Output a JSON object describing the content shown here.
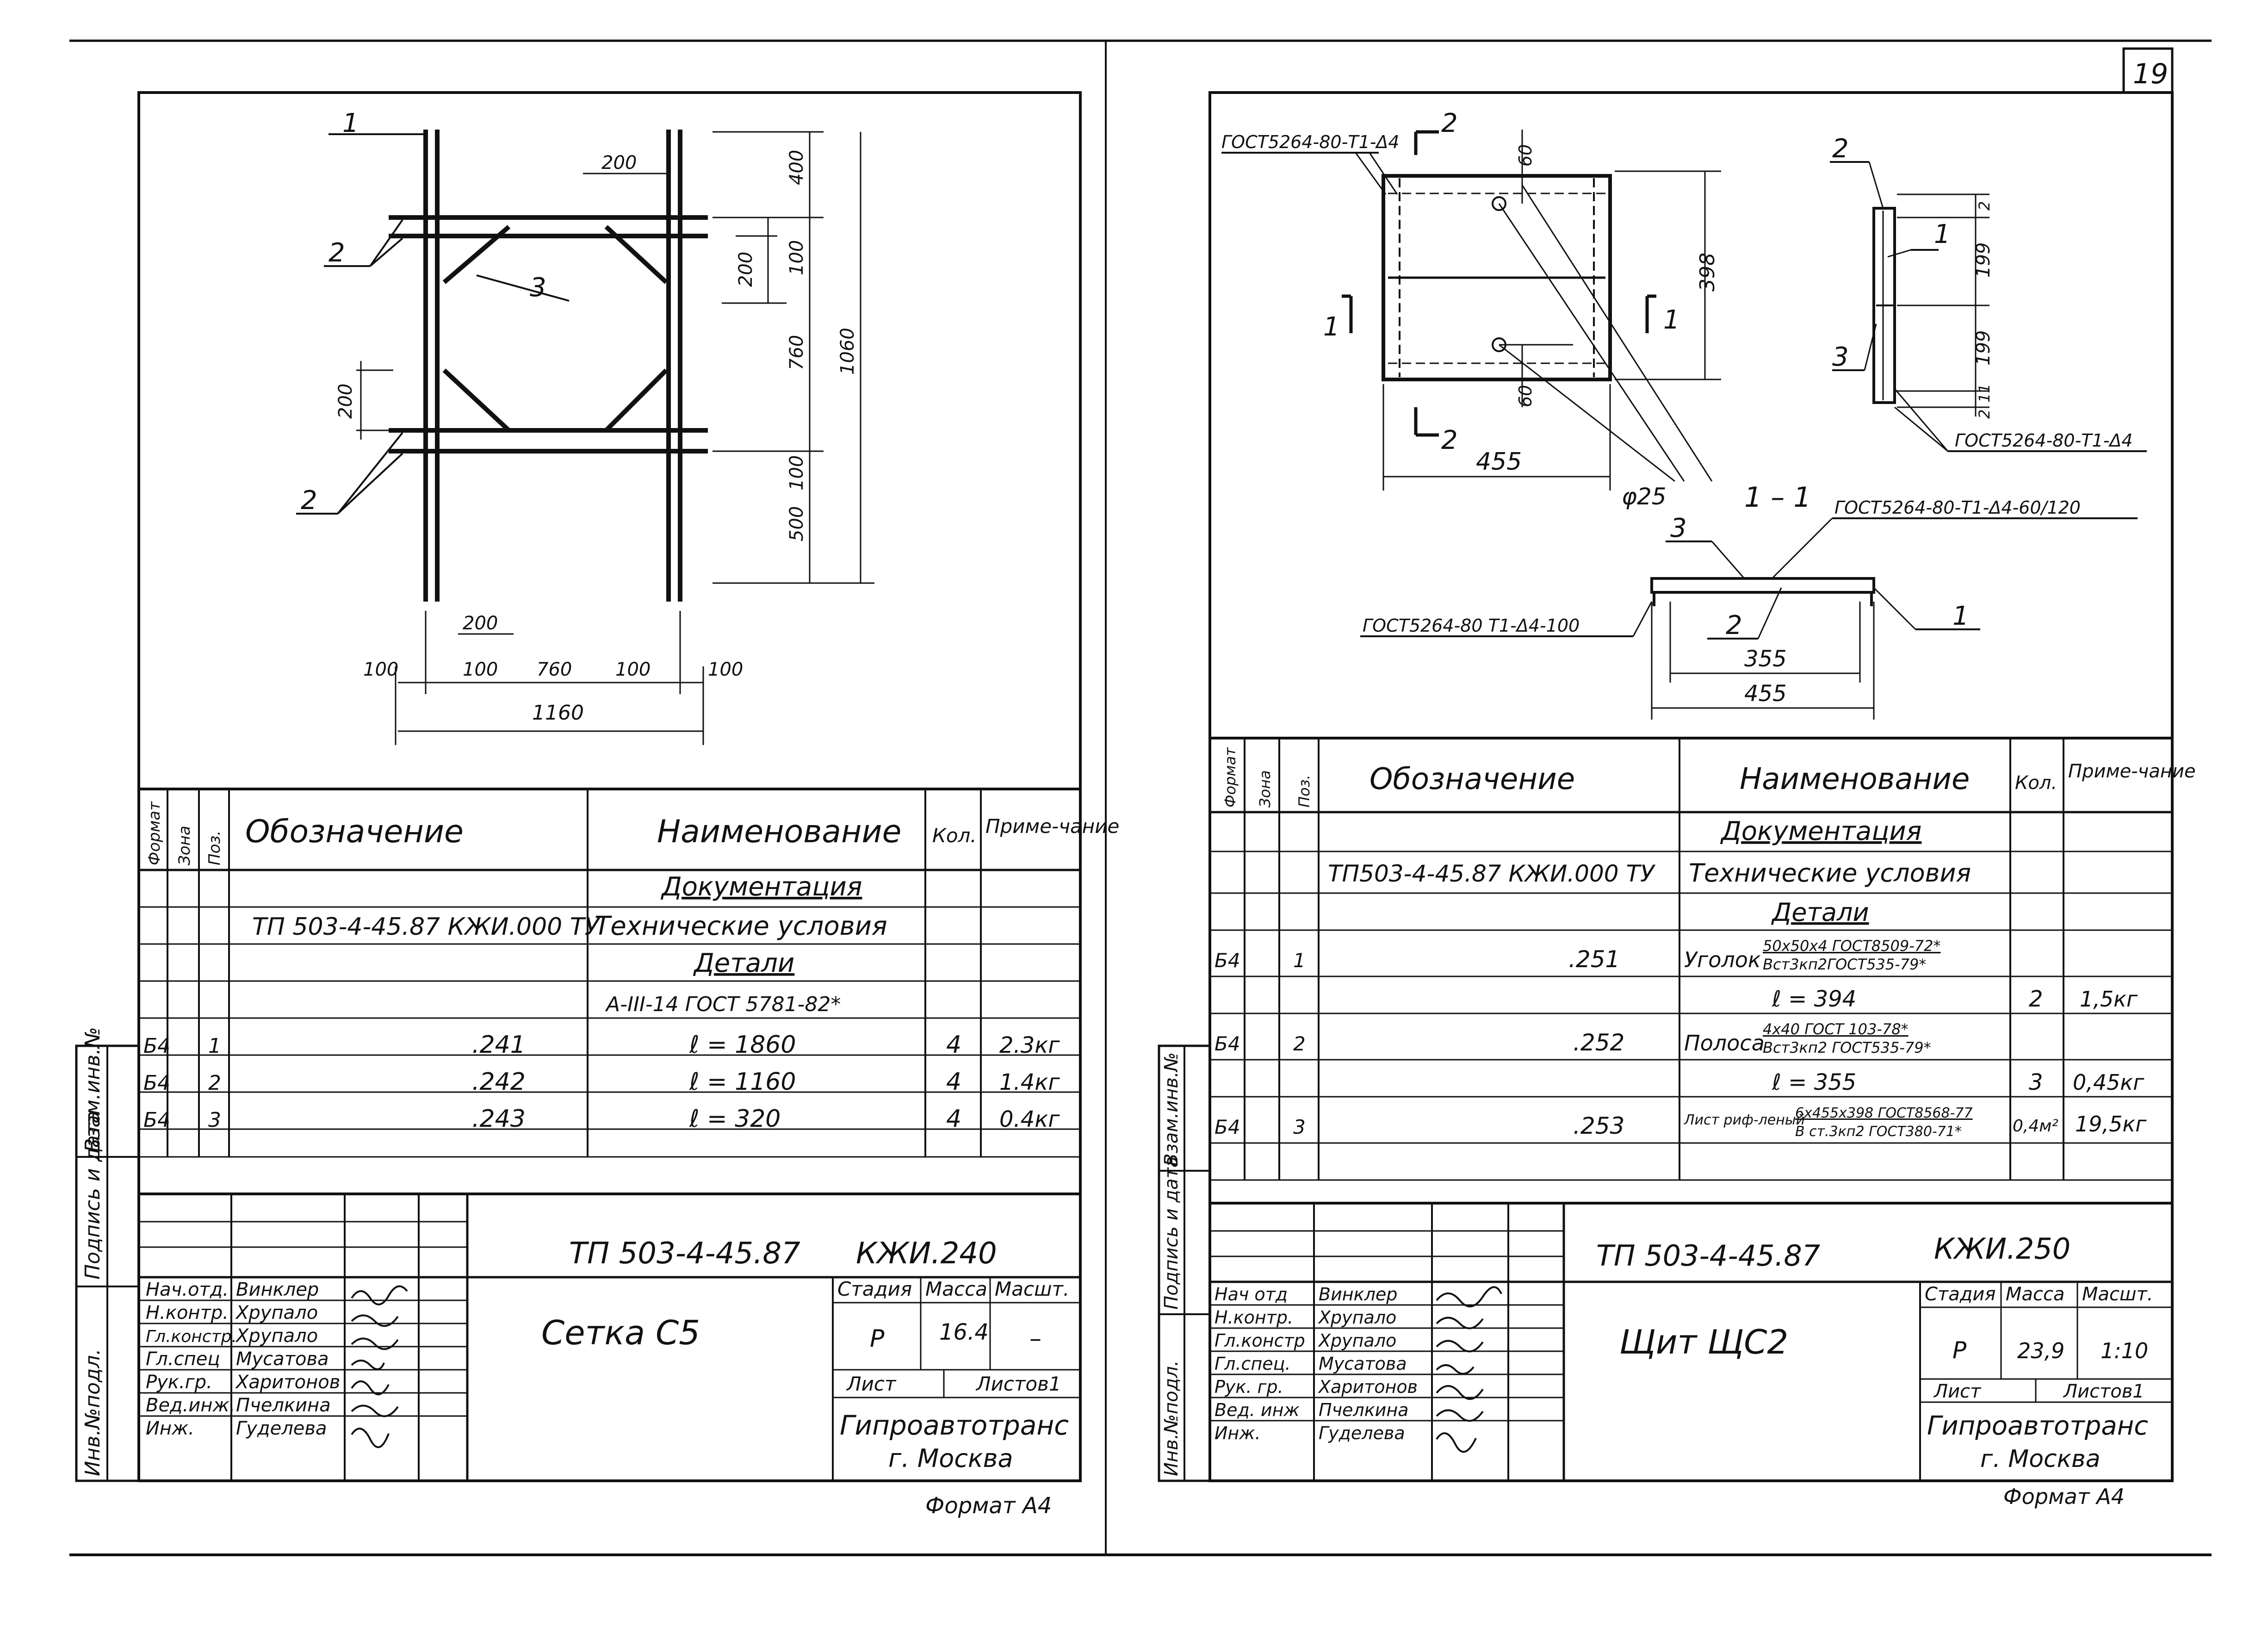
{
  "page_number": "19",
  "left": {
    "drawing": {
      "pos_1": "1",
      "pos_2a": "2",
      "pos_3": "3",
      "pos_2b": "2",
      "dim_200_top": "200",
      "dim_400": "400",
      "dim_200_mid": "200",
      "dim_100_a": "100",
      "dim_760_v": "760",
      "dim_1060": "1060",
      "dim_200_left": "200",
      "dim_100_b": "100",
      "dim_500": "500",
      "dim_200_bot": "200",
      "dim_100_l": "100",
      "dim_100_m": "100",
      "dim_760_h": "760",
      "dim_100_n": "100",
      "dim_100_r": "100",
      "dim_1160": "1160"
    },
    "spec": {
      "headers": {
        "format": "Формат",
        "zone": "Зона",
        "pos": "Поз.",
        "designation": "Обозначение",
        "name": "Наименование",
        "qty": "Кол.",
        "note": "Приме-чание"
      },
      "sec_docs": "Документация",
      "doc_designation": "ТП 503-4-45.87 КЖИ.000 ТУ",
      "doc_name": "Технические условия",
      "sec_parts": "Детали",
      "material": "A-III-14 ГОСТ 5781-82*",
      "rows": [
        {
          "format": "Б4",
          "pos": "1",
          "designation": ".241",
          "name": "ℓ = 1860",
          "qty": "4",
          "note": "2.3кг"
        },
        {
          "format": "Б4",
          "pos": "2",
          "designation": ".242",
          "name": "ℓ = 1160",
          "qty": "4",
          "note": "1.4кг"
        },
        {
          "format": "Б4",
          "pos": "3",
          "designation": ".243",
          "name": "ℓ = 320",
          "qty": "4",
          "note": "0.4кг"
        }
      ]
    },
    "title_block": {
      "project": "ТП 503-4-45.87",
      "code": "КЖИ.240",
      "title": "Сетка С5",
      "stage_label": "Стадия",
      "mass_label": "Масса",
      "scale_label": "Масшт.",
      "stage": "Р",
      "mass": "16.4",
      "scale": "–",
      "sheet_label": "Лист",
      "sheets_label": "Листов1",
      "org": "Гипроавтотранс",
      "city": "г. Москва",
      "roles": [
        {
          "role": "Нач.отд.",
          "name": "Винклер"
        },
        {
          "role": "Н.контр.",
          "name": "Хрупало"
        },
        {
          "role": "Гл.констр.",
          "name": "Хрупало"
        },
        {
          "role": "Гл.спец",
          "name": "Мусатова"
        },
        {
          "role": "Рук.гр.",
          "name": "Харитонов"
        },
        {
          "role": "Вед.инж.",
          "name": "Пчелкина"
        },
        {
          "role": "Инж.",
          "name": "Гуделева"
        }
      ],
      "format": "Формат А4"
    },
    "margin": {
      "inv_orig": "Инв.№подл.",
      "sign_date": "Подпись и дата",
      "replace_inv": "Взам.инв.№"
    }
  },
  "right": {
    "drawing": {
      "gost_tl": "ГОСТ5264-80-Т1-Δ4",
      "sec_2_top": "2",
      "dim_60_top": "60",
      "dim_398": "398",
      "sec_1_left": "1",
      "sec_1_right": "1",
      "dim_60_bot": "60",
      "sec_2_bot": "2",
      "dim_455": "455",
      "dia_25": "φ25",
      "side_pos_2": "2",
      "side_pos_1": "1",
      "side_pos_3": "3",
      "dim_side_2": "2",
      "dim_199_a": "199",
      "dim_199_b": "199",
      "dim_11": "11",
      "dim_side_2b": "2",
      "gost_side": "ГОСТ5264-80-Т1-Δ4",
      "section_label": "1 – 1",
      "gost_sec": "ГОСТ5264-80-Т1-Δ4-60/120",
      "sec_pos_3": "3",
      "sec_pos_2": "2",
      "sec_pos_1": "1",
      "gost_sec_left": "ГОСТ5264-80 Т1-Δ4-100",
      "dim_355": "355",
      "dim_455_b": "455"
    },
    "spec": {
      "headers": {
        "format": "Формат",
        "zone": "Зона",
        "pos": "Поз.",
        "designation": "Обозначение",
        "name": "Наименование",
        "qty": "Кол.",
        "note": "Приме-чание"
      },
      "sec_docs": "Документация",
      "doc_designation": "ТП503-4-45.87 КЖИ.000 ТУ",
      "doc_name": "Технические условия",
      "sec_parts": "Детали",
      "rows": [
        {
          "format": "Б4",
          "pos": "1",
          "designation": ".251",
          "name_prefix": "Уголок",
          "name_top": "50x50x4 ГОСТ8509-72*",
          "name_bot": "Вст3кп2ГОСТ535-79*",
          "len": "ℓ = 394",
          "qty": "2",
          "note": "1,5кг"
        },
        {
          "format": "Б4",
          "pos": "2",
          "designation": ".252",
          "name_prefix": "Полоса",
          "name_top": "4x40 ГОСТ 103-78*",
          "name_bot": "Вст3кп2 ГОСТ535-79*",
          "len": "ℓ = 355",
          "qty": "3",
          "note": "0,45кг"
        },
        {
          "format": "Б4",
          "pos": "3",
          "designation": ".253",
          "name_prefix": "Лист риф-леный",
          "name_top": "6x455x398 ГОСТ8568-77",
          "name_bot": "В ст.3кп2 ГОСТ380-71*",
          "len": "",
          "qty": "0,4м²",
          "note": "19,5кг"
        }
      ]
    },
    "title_block": {
      "project": "ТП 503-4-45.87",
      "code": "КЖИ.250",
      "title": "Щит ЩС2",
      "stage_label": "Стадия",
      "mass_label": "Масса",
      "scale_label": "Масшт.",
      "stage": "Р",
      "mass": "23,9",
      "scale": "1:10",
      "sheet_label": "Лист",
      "sheets_label": "Листов1",
      "org": "Гипроавтотранс",
      "city": "г. Москва",
      "roles": [
        {
          "role": "Нач отд",
          "name": "Винклер"
        },
        {
          "role": "Н.контр.",
          "name": "Хрупало"
        },
        {
          "role": "Гл.констр",
          "name": "Хрупало"
        },
        {
          "role": "Гл.спец.",
          "name": "Мусатова"
        },
        {
          "role": "Рук. гр.",
          "name": "Харитонов"
        },
        {
          "role": "Вед. инж",
          "name": "Пчелкина"
        },
        {
          "role": "Инж.",
          "name": "Гуделева"
        }
      ],
      "format": "Формат А4"
    },
    "margin": {
      "inv_orig": "Инв.№подл.",
      "sign_date": "Подпись и дата",
      "replace_inv": "Взам.инв.№"
    }
  }
}
